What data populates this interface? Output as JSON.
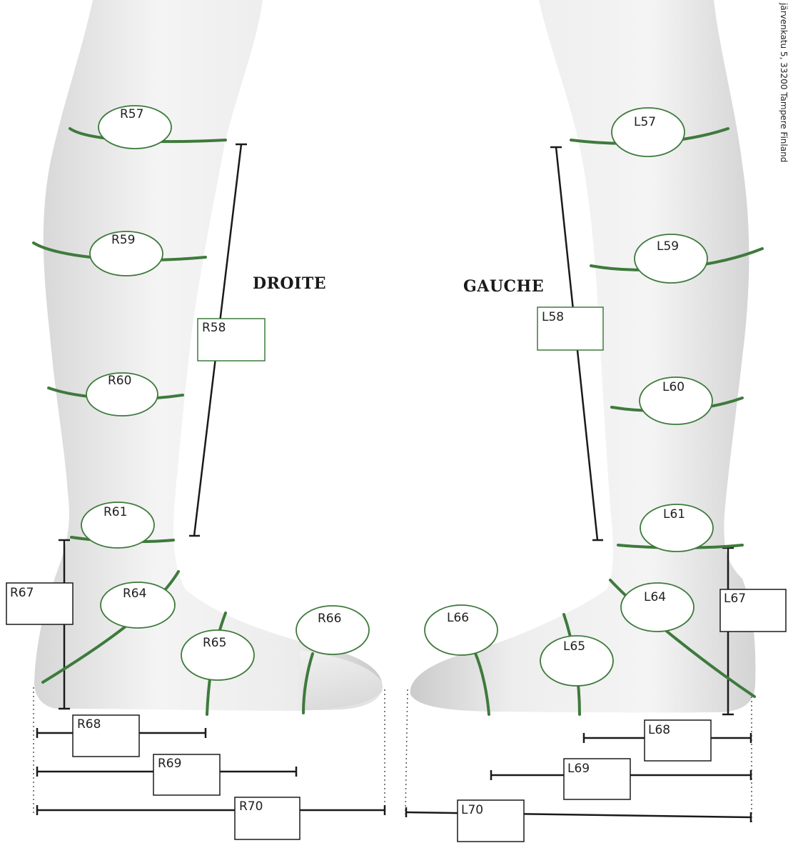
{
  "diagram": {
    "headings": {
      "right": "DROITE",
      "left": "GAUCHE"
    },
    "address": "järvenkatu 5, 33200 Tampere Finland",
    "measurements": {
      "R57": "R57",
      "R58": "R58",
      "R59": "R59",
      "R60": "R60",
      "R61": "R61",
      "R64": "R64",
      "R65": "R65",
      "R66": "R66",
      "R67": "R67",
      "R68": "R68",
      "R69": "R69",
      "R70": "R70",
      "L57": "L57",
      "L58": "L58",
      "L59": "L59",
      "L60": "L60",
      "L61": "L61",
      "L64": "L64",
      "L65": "L65",
      "L66": "L66",
      "L67": "L67",
      "L68": "L68",
      "L69": "L69",
      "L70": "L70"
    },
    "colors": {
      "band": "#3e7a3c",
      "label_border": "#3e7a3c",
      "line": "#1a1a1a",
      "leg_shade": "#e9e9e9"
    }
  }
}
